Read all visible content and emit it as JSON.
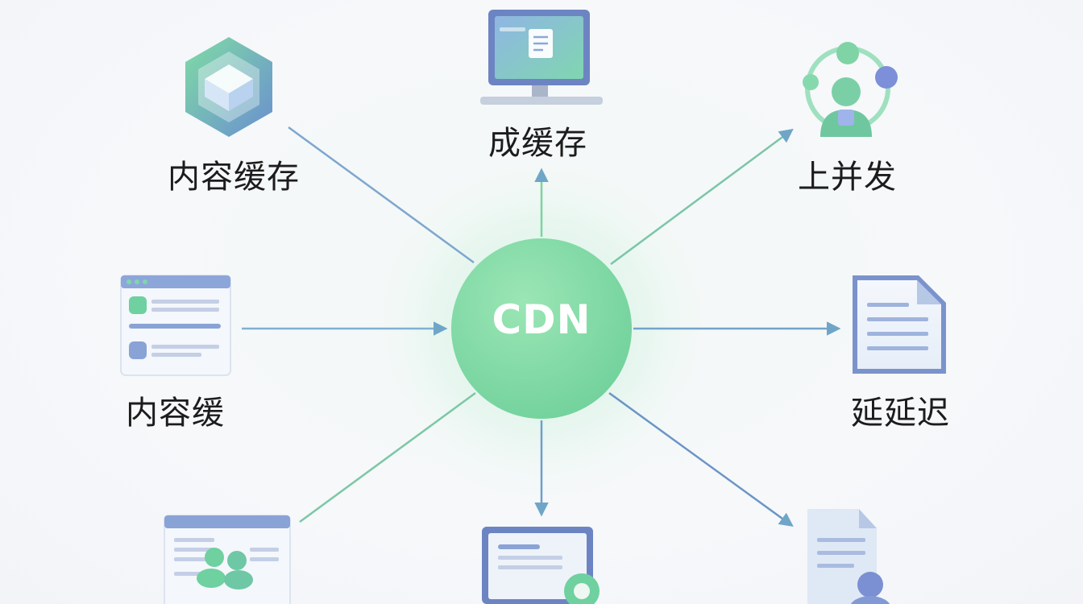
{
  "center": {
    "label": "CDN",
    "color": "#7fdaa0"
  },
  "nodes": [
    {
      "id": "top-left",
      "label": "内容缓存",
      "icon": "layered-cube-icon"
    },
    {
      "id": "top-center",
      "label": "成缓存",
      "icon": "monitor-document-icon"
    },
    {
      "id": "top-right",
      "label": "上并发",
      "icon": "user-network-icon"
    },
    {
      "id": "middle-left",
      "label": "内容缓",
      "icon": "browser-window-icon"
    },
    {
      "id": "middle-right",
      "label": "延延迟",
      "icon": "document-icon"
    },
    {
      "id": "bottom-left",
      "label": "",
      "icon": "browser-users-icon"
    },
    {
      "id": "bottom-center",
      "label": "",
      "icon": "monitor-user-icon"
    },
    {
      "id": "bottom-right",
      "label": "",
      "icon": "document-user-icon"
    }
  ],
  "colors": {
    "arrow_green": "#7cd3a2",
    "arrow_blue": "#6b95c6",
    "text": "#1c1c1c"
  }
}
